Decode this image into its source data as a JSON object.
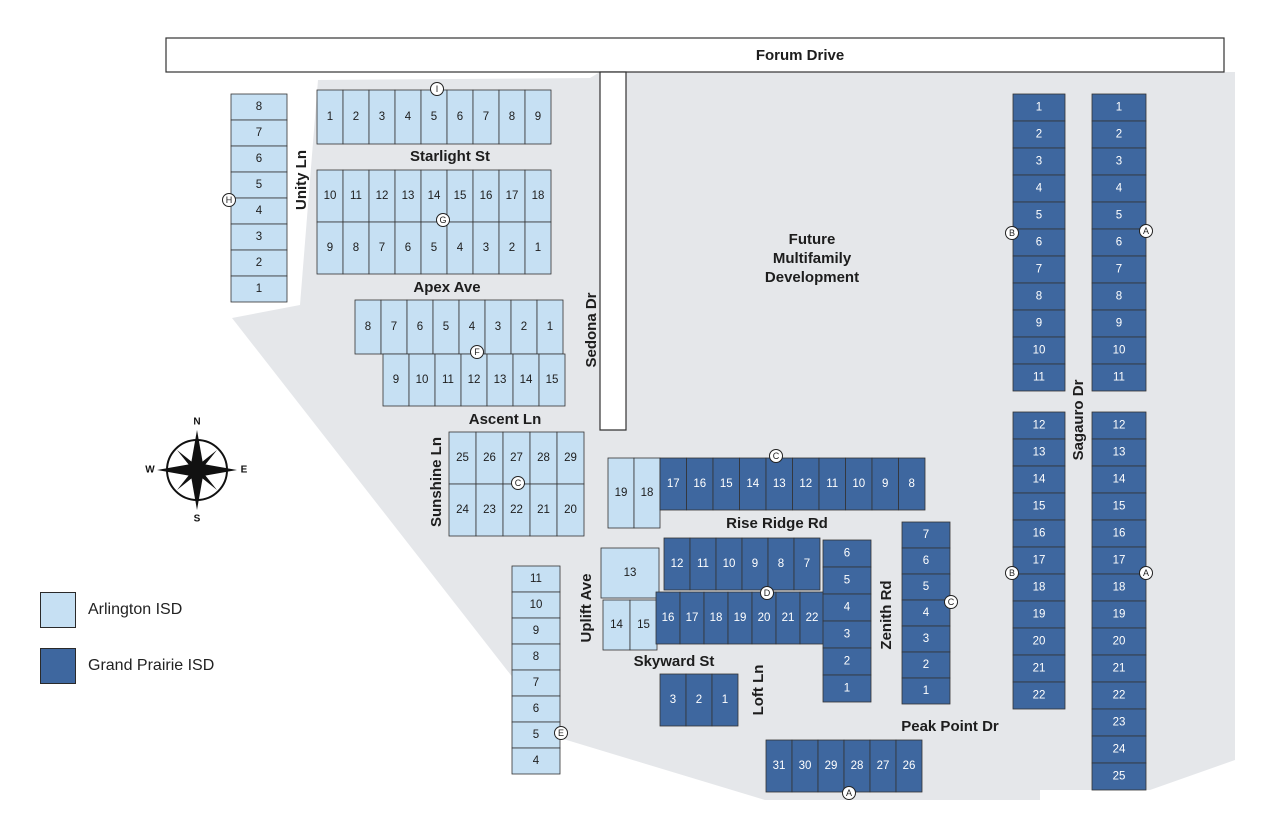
{
  "colors": {
    "arlington": "#c6e0f3",
    "grand_prairie": "#3e679f",
    "background": "#e5e7ea",
    "road": "#ffffff",
    "outline": "#333333"
  },
  "streets": {
    "forum": "Forum Drive",
    "starlight": "Starlight St",
    "unity": "Unity Ln",
    "apex": "Apex Ave",
    "sedona": "Sedona Dr",
    "ascent": "Ascent Ln",
    "sunshine": "Sunshine Ln",
    "rise_ridge": "Rise Ridge Rd",
    "uplift": "Uplift Ave",
    "skyward": "Skyward St",
    "loft": "Loft Ln",
    "zenith": "Zenith Rd",
    "peak_point": "Peak Point Dr",
    "sagauro": "Sagauro Dr"
  },
  "future_development": [
    "Future",
    "Multifamily",
    "Development"
  ],
  "compass": {
    "n": "N",
    "s": "S",
    "e": "E",
    "w": "W"
  },
  "markers": [
    "A",
    "B",
    "C",
    "D",
    "E",
    "F",
    "G",
    "H",
    "I"
  ],
  "legend": {
    "arlington_label": "Arlington ISD",
    "grand_prairie_label": "Grand Prairie ISD"
  },
  "blocks": {
    "I": {
      "district": "arlington",
      "lots": [
        "1",
        "2",
        "3",
        "4",
        "5",
        "6",
        "7",
        "8",
        "9"
      ]
    },
    "G_top": {
      "district": "arlington",
      "lots": [
        "10",
        "11",
        "12",
        "13",
        "14",
        "15",
        "16",
        "17",
        "18"
      ]
    },
    "G_bottom": {
      "district": "arlington",
      "lots": [
        "9",
        "8",
        "7",
        "6",
        "5",
        "4",
        "3",
        "2",
        "1"
      ]
    },
    "H": {
      "district": "arlington",
      "lots": [
        "8",
        "7",
        "6",
        "5",
        "4",
        "3",
        "2",
        "1"
      ]
    },
    "F_top": {
      "district": "arlington",
      "lots": [
        "8",
        "7",
        "6",
        "5",
        "4",
        "3",
        "2",
        "1"
      ]
    },
    "F_bottom": {
      "district": "arlington",
      "lots": [
        "9",
        "10",
        "11",
        "12",
        "13",
        "14",
        "15"
      ]
    },
    "C_west_top": {
      "district": "arlington",
      "lots": [
        "25",
        "26",
        "27",
        "28",
        "29"
      ]
    },
    "C_west_bottom": {
      "district": "arlington",
      "lots": [
        "24",
        "23",
        "22",
        "21",
        "20"
      ]
    },
    "C_north_light": {
      "district": "arlington",
      "lots": [
        "19",
        "18"
      ]
    },
    "C_north_dark": {
      "district": "grand_prairie",
      "lots": [
        "17",
        "16",
        "15",
        "14",
        "13",
        "12",
        "11",
        "10",
        "9",
        "8"
      ]
    },
    "C_east": {
      "district": "grand_prairie",
      "lots": [
        "7",
        "6",
        "5",
        "4",
        "3",
        "2",
        "1"
      ]
    },
    "D_light": {
      "district": "arlington",
      "lots": [
        "13",
        "14",
        "15"
      ]
    },
    "D_dark_top": {
      "district": "grand_prairie",
      "lots": [
        "12",
        "11",
        "10",
        "9",
        "8",
        "7"
      ]
    },
    "D_dark_bottom": {
      "district": "grand_prairie",
      "lots": [
        "16",
        "17",
        "18",
        "19",
        "20",
        "21",
        "22"
      ]
    },
    "D_east": {
      "district": "grand_prairie",
      "lots": [
        "6",
        "5",
        "4",
        "3",
        "2",
        "1"
      ]
    },
    "E_light": {
      "district": "arlington",
      "lots": [
        "11",
        "10",
        "9",
        "8",
        "7",
        "6",
        "5",
        "4"
      ]
    },
    "E_dark": {
      "district": "grand_prairie",
      "lots": [
        "3",
        "2",
        "1"
      ]
    },
    "A_south": {
      "district": "grand_prairie",
      "lots": [
        "31",
        "30",
        "29",
        "28",
        "27",
        "26"
      ]
    },
    "B_upper": {
      "district": "grand_prairie",
      "lots": [
        "1",
        "2",
        "3",
        "4",
        "5",
        "6",
        "7",
        "8",
        "9",
        "10",
        "11"
      ]
    },
    "B_lower": {
      "district": "grand_prairie",
      "lots": [
        "12",
        "13",
        "14",
        "15",
        "16",
        "17",
        "18",
        "19",
        "20",
        "21",
        "22"
      ]
    },
    "A_upper": {
      "district": "grand_prairie",
      "lots": [
        "1",
        "2",
        "3",
        "4",
        "5",
        "6",
        "7",
        "8",
        "9",
        "10",
        "11"
      ]
    },
    "A_lower": {
      "district": "grand_prairie",
      "lots": [
        "12",
        "13",
        "14",
        "15",
        "16",
        "17",
        "18",
        "19",
        "20",
        "21",
        "22",
        "23",
        "24",
        "25"
      ]
    }
  }
}
